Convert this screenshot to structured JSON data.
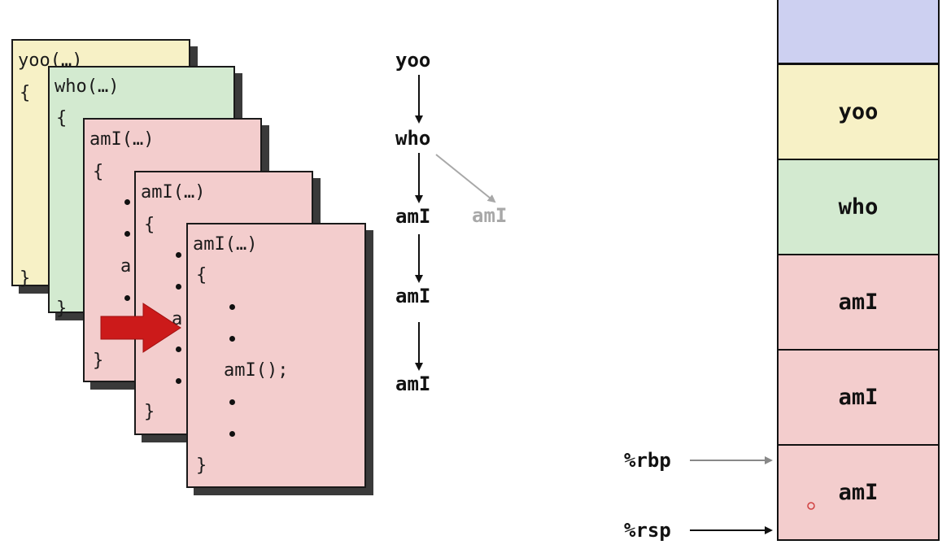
{
  "code_cards": [
    {
      "header": "yoo(…)",
      "open": "{",
      "close": "}"
    },
    {
      "header": "who(…)",
      "open": "{",
      "close": "}"
    },
    {
      "header": "amI(…)",
      "open": "{",
      "partial": "a",
      "close": "}"
    },
    {
      "header": "amI(…)",
      "open": "{",
      "partial": "a",
      "close": "}"
    },
    {
      "header": "amI(…)",
      "open": "{",
      "call": "amI();",
      "close": "}"
    }
  ],
  "call_tree": {
    "nodes": [
      "yoo",
      "who",
      "amI",
      "amI",
      "amI"
    ],
    "branch": "amI"
  },
  "stack_frames": [
    "yoo",
    "who",
    "amI",
    "amI",
    "amI"
  ],
  "registers": {
    "rbp": "%rbp",
    "rsp": "%rsp"
  },
  "colors": {
    "yoo": "#f7f1c6",
    "who": "#d3ead0",
    "amI": "#f3cdcd",
    "caller_frame": "#cdd0f1",
    "arrow": "#cc1a1a"
  }
}
